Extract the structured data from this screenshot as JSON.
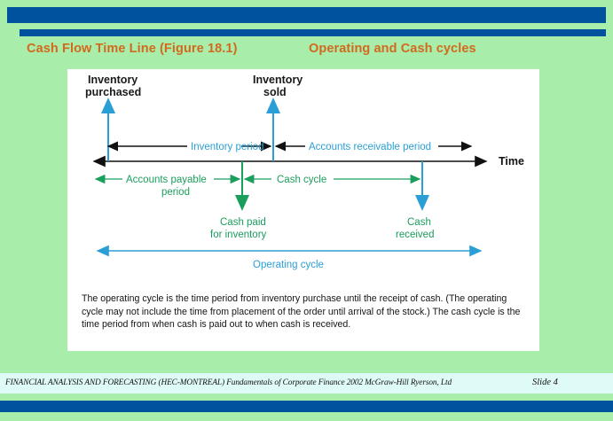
{
  "slide": {
    "background_color": "#a8eeaa",
    "accent_bar_color": "#00519e",
    "title_color": "#d2691e",
    "title_left": "Cash Flow Time Line (Figure 18.1)",
    "title_right": "Operating and Cash cycles"
  },
  "figure": {
    "panel_background": "#ffffff",
    "teal_color": "#2a9fd6",
    "green_color": "#1a9e5c",
    "axis_color": "#111111",
    "events": {
      "inventory_purchased": "Inventory\npurchased",
      "inventory_purchased_line1": "Inventory",
      "inventory_purchased_line2": "purchased",
      "inventory_sold_line1": "Inventory",
      "inventory_sold_line2": "sold",
      "cash_paid_line1": "Cash paid",
      "cash_paid_line2": "for inventory",
      "cash_received_line1": "Cash",
      "cash_received_line2": "received"
    },
    "periods": {
      "inventory_period": "Inventory period",
      "accounts_receivable_period": "Accounts receivable period",
      "accounts_payable_line1": "Accounts payable",
      "accounts_payable_line2": "period",
      "cash_cycle": "Cash cycle",
      "operating_cycle": "Operating cycle"
    },
    "axis_label": "Time",
    "caption": "The operating cycle is the time period from inventory purchase until the receipt of cash. (The operating cycle may not include the time from placement of the order until arrival of the stock.) The cash cycle is the time period from when cash is paid out to when cash is received."
  },
  "footer": {
    "credit": "FINANCIAL ANALYSIS AND FORECASTING (HEC-MONTREAL)  Fundamentals of Corporate Finance 2002 McGraw-Hill Ryerson, Ltd",
    "slide_number": "Slide 4",
    "band_color": "#dffbf8"
  }
}
